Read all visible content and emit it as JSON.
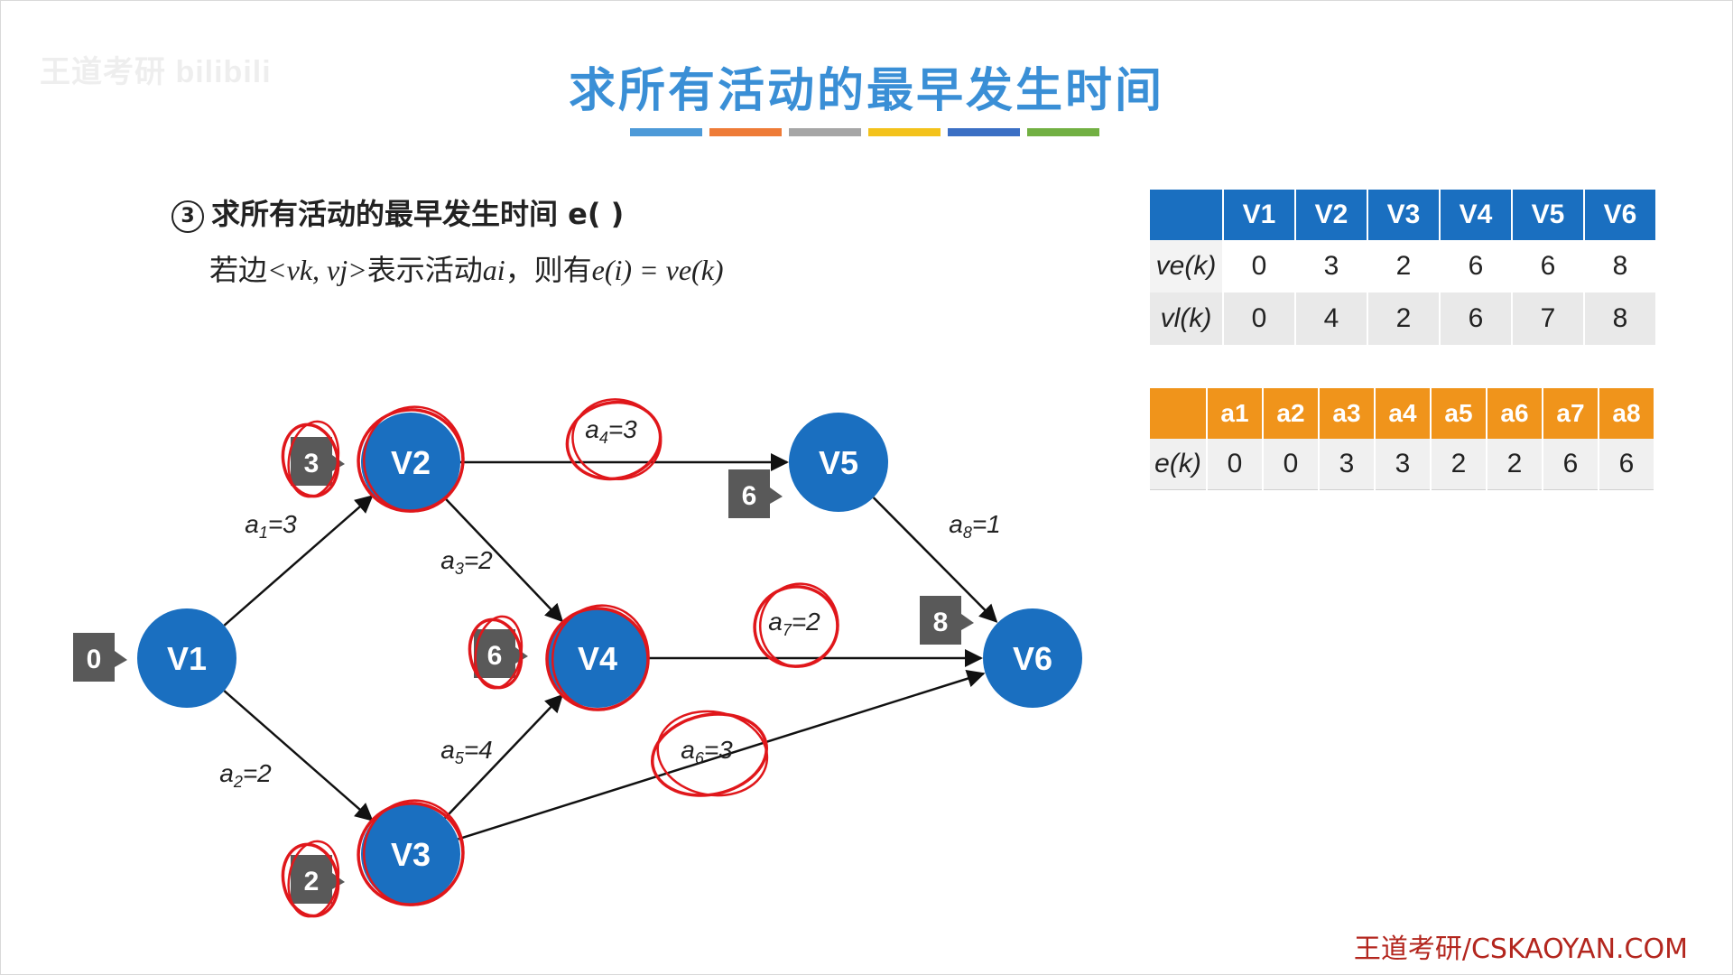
{
  "watermark": "王道考研 bilibili",
  "title": "求所有活动的最早发生时间",
  "color_bar": [
    "#4d9ad8",
    "#ee7b37",
    "#a6a6a6",
    "#f3c21b",
    "#3b6fc4",
    "#72b043"
  ],
  "heading": {
    "number": "3",
    "text": "求所有活动的最早发生时间 e( )"
  },
  "rule": {
    "prefix": "若边",
    "edge": "<vk, vj>",
    "middle": "表示活动",
    "activity": "ai",
    "comma": "，",
    "then": "则有",
    "formula": "e(i) = ve(k)"
  },
  "vertex_table": {
    "columns": [
      "V1",
      "V2",
      "V3",
      "V4",
      "V5",
      "V6"
    ],
    "rows": [
      {
        "label": "ve(k)",
        "values": [
          "0",
          "3",
          "2",
          "6",
          "6",
          "8"
        ]
      },
      {
        "label": "vl(k)",
        "values": [
          "0",
          "4",
          "2",
          "6",
          "7",
          "8"
        ]
      }
    ]
  },
  "activity_table": {
    "columns": [
      "a1",
      "a2",
      "a3",
      "a4",
      "a5",
      "a6",
      "a7",
      "a8"
    ],
    "row_label": "e(k)",
    "values": [
      "0",
      "0",
      "3",
      "3",
      "2",
      "2",
      "6",
      "6"
    ]
  },
  "graph": {
    "node_color": "#1a6fc0",
    "tag_color": "#595959",
    "annotation_color": "#e0171b",
    "nodes": [
      {
        "id": "V1",
        "label": "V1",
        "tag": "0"
      },
      {
        "id": "V2",
        "label": "V2",
        "tag": "3"
      },
      {
        "id": "V3",
        "label": "V3",
        "tag": "2"
      },
      {
        "id": "V4",
        "label": "V4",
        "tag": "6"
      },
      {
        "id": "V5",
        "label": "V5",
        "tag": "6"
      },
      {
        "id": "V6",
        "label": "V6",
        "tag": "8"
      }
    ],
    "edges": [
      {
        "from": "V1",
        "to": "V2",
        "activity": "a1",
        "weight": "3"
      },
      {
        "from": "V1",
        "to": "V3",
        "activity": "a2",
        "weight": "2"
      },
      {
        "from": "V2",
        "to": "V4",
        "activity": "a3",
        "weight": "2"
      },
      {
        "from": "V2",
        "to": "V5",
        "activity": "a4",
        "weight": "3"
      },
      {
        "from": "V3",
        "to": "V4",
        "activity": "a5",
        "weight": "4"
      },
      {
        "from": "V3",
        "to": "V6",
        "activity": "a6",
        "weight": "3"
      },
      {
        "from": "V4",
        "to": "V6",
        "activity": "a7",
        "weight": "2"
      },
      {
        "from": "V5",
        "to": "V6",
        "activity": "a8",
        "weight": "1"
      }
    ]
  },
  "footer": "王道考研/CSKAOYAN.COM"
}
